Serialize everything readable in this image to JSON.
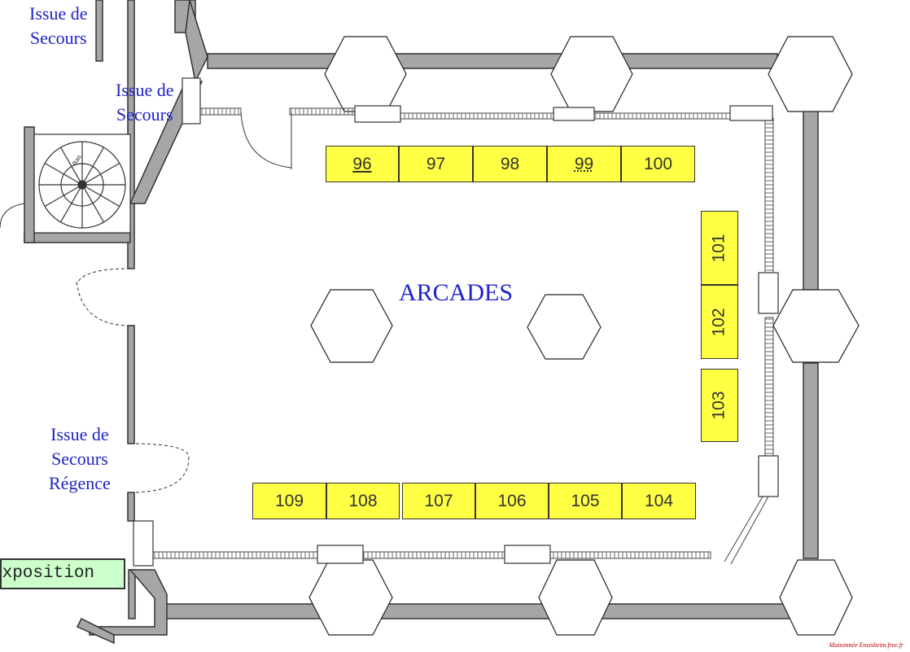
{
  "labels": {
    "exit_top_left": [
      "Issue de",
      "Secours"
    ],
    "exit_stair": [
      "Issue de",
      "Secours"
    ],
    "exit_regence": [
      "Issue de",
      "Secours",
      "Régence"
    ],
    "room_name": "ARCADES",
    "exposition": "Exposition",
    "stair_mark": "Bas",
    "credit": "Maisonnée Ensisheim.free.fr"
  },
  "stands": {
    "top_row": [
      "96",
      "97",
      "98",
      "99",
      "100"
    ],
    "right_column": [
      "101",
      "102",
      "103"
    ],
    "bottom_row": [
      "109",
      "108",
      "107",
      "106",
      "105",
      "104"
    ]
  },
  "colors": {
    "stand_fill": "#ffff44",
    "exposition_fill": "#ccffcc",
    "wall": "#a6a6a6",
    "label_text": "#1f23c9"
  }
}
